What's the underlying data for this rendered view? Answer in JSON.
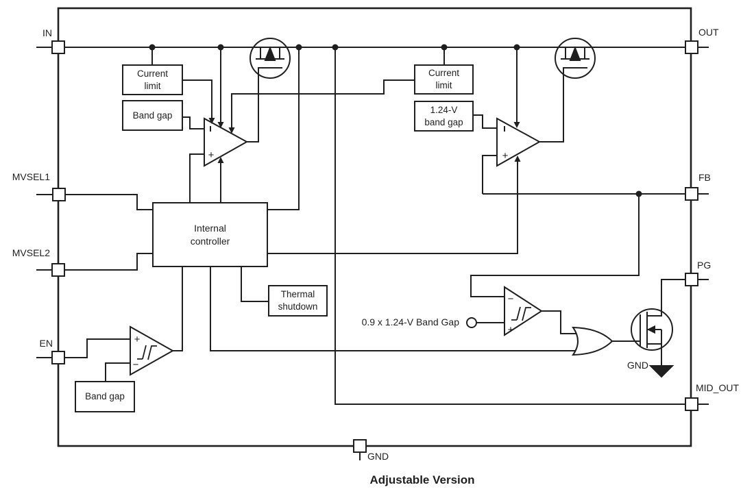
{
  "title": "Adjustable Version",
  "pins": {
    "in": "IN",
    "out": "OUT",
    "mvsel1": "MVSEL1",
    "mvsel2": "MVSEL2",
    "en": "EN",
    "fb": "FB",
    "pg": "PG",
    "mid_out": "MID_OUT",
    "gnd_bottom": "GND",
    "gnd_internal": "GND"
  },
  "blocks": {
    "current_limit_1": "Current\nlimit",
    "band_gap_1": "Band gap",
    "current_limit_2": "Current\nlimit",
    "band_gap_ref": "1.24-V\nband gap",
    "internal_controller": "Internal\ncontroller",
    "thermal_shutdown": "Thermal\nshutdown",
    "band_gap_en": "Band gap"
  },
  "labels": {
    "pg_reference": "0.9 x 1.24-V Band Gap"
  },
  "symbols": {
    "plus": "+",
    "minus": "−"
  },
  "colors": {
    "line": "#1f1f1f",
    "background": "#ffffff"
  }
}
